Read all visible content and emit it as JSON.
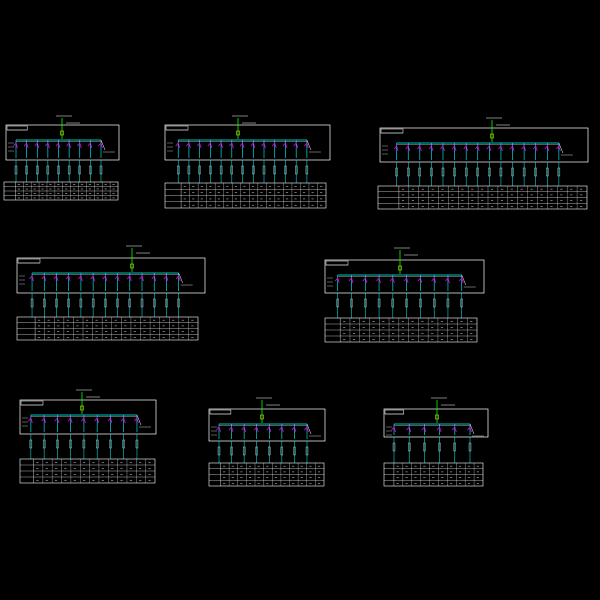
{
  "sheet": {
    "background": "#000000",
    "line_color": "#ffffff",
    "busbar_color": "#00ffff",
    "breaker_color": "#ff00ff",
    "feeder_color": "#00ffff",
    "incoming_color": "#00ff00",
    "accent_color": "#ffff00"
  },
  "panels": [
    {
      "id": "p1",
      "circuits": 9,
      "row": 1,
      "col": 1
    },
    {
      "id": "p2",
      "circuits": 13,
      "row": 1,
      "col": 2
    },
    {
      "id": "p3",
      "circuits": 15,
      "row": 1,
      "col": 3
    },
    {
      "id": "p4",
      "circuits": 13,
      "row": 2,
      "col": 1
    },
    {
      "id": "p5",
      "circuits": 10,
      "row": 2,
      "col": 2
    },
    {
      "id": "p6",
      "circuits": 9,
      "row": 3,
      "col": 1
    },
    {
      "id": "p7",
      "circuits": 8,
      "row": 3,
      "col": 2
    },
    {
      "id": "p8",
      "circuits": 6,
      "row": 3,
      "col": 3
    }
  ]
}
